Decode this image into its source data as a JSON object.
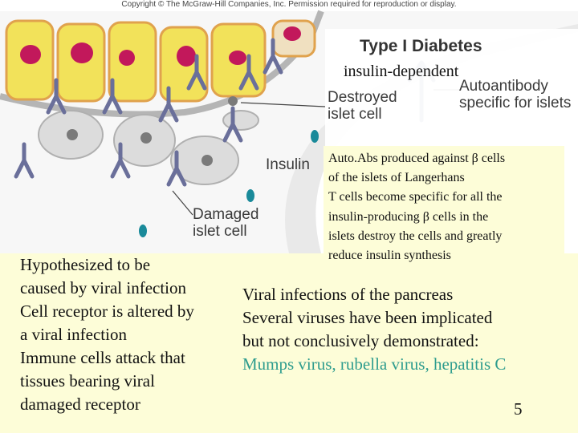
{
  "copyright": "Copyright © The McGraw-Hill Companies, Inc. Permission required for reproduction or display.",
  "figure": {
    "title": "Type I Diabetes",
    "destroyed_label": "Destroyed islet cell",
    "autoantibody_label": "Autoantibody specific for islets",
    "insulin_label": "Insulin",
    "damaged_label": "Damaged islet cell"
  },
  "overlay_label": "insulin-dependent",
  "autoabs_box": {
    "lines": [
      "Auto.Abs produced against β cells",
      "of the islets of Langerhans",
      "T cells become specific for all the",
      "insulin-producing β cells in the",
      "islets destroy the cells and greatly",
      "reduce insulin synthesis"
    ]
  },
  "left_text": {
    "lines": [
      "Hypothesized to be",
      "caused by viral infection",
      "Cell receptor is altered by",
      "a viral infection",
      "Immune cells attack that",
      "tissues bearing viral",
      "damaged receptor"
    ]
  },
  "right_text": {
    "lines": [
      "Viral infections of the pancreas",
      "Several viruses have been implicated",
      "but not conclusively demonstrated:"
    ],
    "viruses": "Mumps virus, rubella virus, hepatitis C"
  },
  "slide_number": "5",
  "colors": {
    "background": "#fdfdd8",
    "accent_text": "#2e9c8e",
    "cell_yellow": "#f2e25a",
    "nucleus": "#c2185b",
    "antibody": "#6a6f9a",
    "insulin_drop": "#1a8a9a"
  }
}
